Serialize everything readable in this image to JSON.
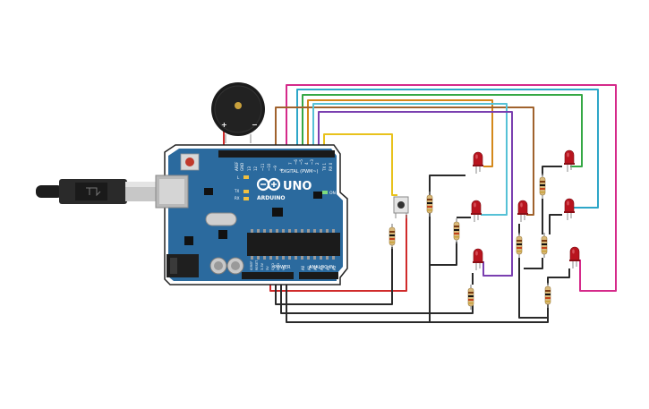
{
  "board": {
    "brand": "ARDUINO",
    "model": "UNO",
    "digital_header": "DIGITAL (PWM~)",
    "power_header": "POWER",
    "analog_header": "ANALOG IN",
    "on_label": "ON",
    "tx_label": "TX",
    "rx_label": "RX",
    "l_label": "L",
    "digital_pins": [
      "AREF",
      "GND",
      "13",
      "12",
      "~11",
      "~10",
      "~9",
      "8",
      "7",
      "~6",
      "~5",
      "4",
      "~3",
      "2",
      "TX 1",
      "RX 0"
    ],
    "power_pins": [
      "IOREF",
      "RESET",
      "3.3V",
      "5V",
      "GND",
      "GND",
      "Vin"
    ],
    "analog_pins": [
      "A0",
      "A1",
      "A2",
      "A3",
      "A4",
      "A5"
    ]
  },
  "buzzer": {
    "plus": "+",
    "minus": "−"
  },
  "colors": {
    "board": "#2b6a9e",
    "wire_red": "#d02b2b",
    "wire_magenta": "#d52a8a",
    "wire_cyan": "#2ea6c8",
    "wire_green": "#35a845",
    "wire_orange": "#d4881a",
    "wire_brown": "#a0622d",
    "wire_lightblue": "#56c1d6",
    "wire_purple": "#7a3fb0",
    "wire_yellow": "#e8c21c",
    "wire_black": "#2a2a2a",
    "led": "#b8141e"
  }
}
